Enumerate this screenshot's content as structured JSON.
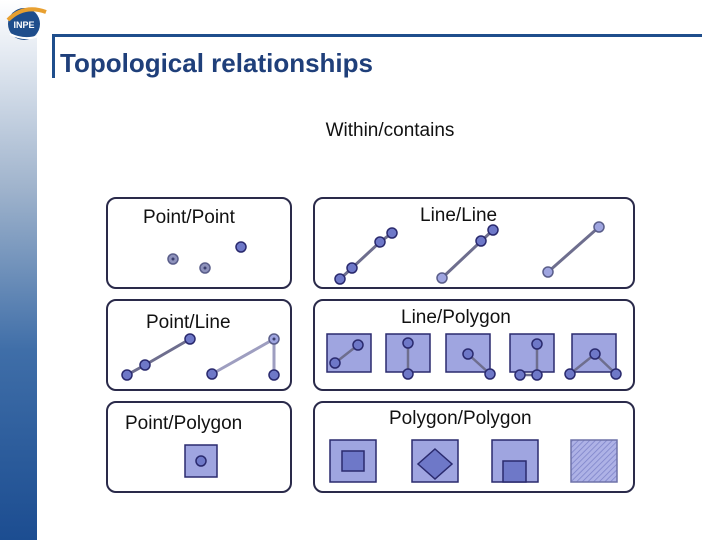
{
  "slide": {
    "title": "Topological relationships",
    "subtitle": "Within/contains"
  },
  "logo": {
    "text": "INPE"
  },
  "colors": {
    "accent": "#1f4e8c",
    "title": "#1f3f7a",
    "node_fill": "#6e78c8",
    "node_stroke": "#2a2a6e",
    "polygon_fill": "#9fa5e0",
    "line": "#6e6e8e"
  },
  "panels": [
    {
      "id": "point-point",
      "label": "Point/Point"
    },
    {
      "id": "line-line",
      "label": "Line/Line"
    },
    {
      "id": "point-line",
      "label": "Point/Line"
    },
    {
      "id": "line-polygon",
      "label": "Line/Polygon"
    },
    {
      "id": "point-polygon",
      "label": "Point/Polygon"
    },
    {
      "id": "polygon-polygon",
      "label": "Polygon/Polygon"
    }
  ]
}
